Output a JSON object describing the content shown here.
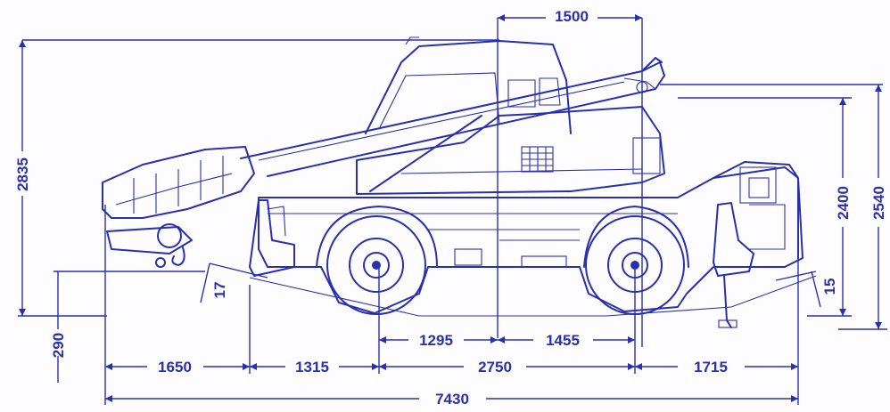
{
  "colors": {
    "ink": "#2a2fb0",
    "background": "#fdfdff"
  },
  "diagram": {
    "subject": "rough-terrain crane side elevation with dimensions",
    "dimensions": {
      "cab_offset": "1500",
      "overall_height": "2835",
      "height_2400": "2400",
      "height_2540": "2540",
      "ground_clearance": "290",
      "approach_angle": "17",
      "departure_angle": "15",
      "front_to_center": "1295",
      "center_to_rear_axle": "1455",
      "front_overhang": "1650",
      "outrigger_to_axle": "1315",
      "wheelbase": "2750",
      "rear_overhang": "1715",
      "overall_length": "7430"
    }
  }
}
